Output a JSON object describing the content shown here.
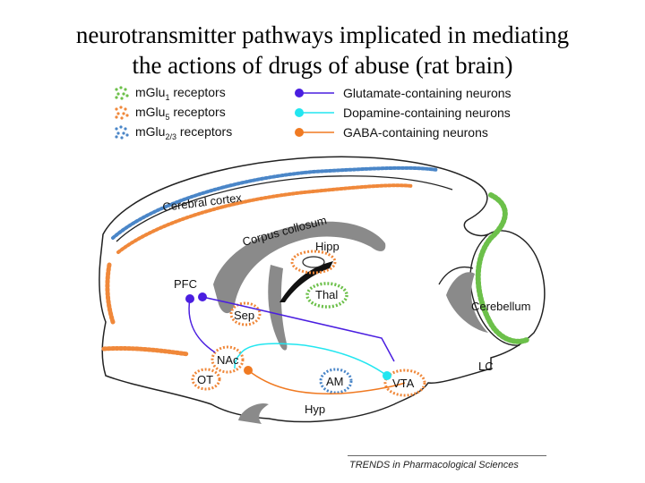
{
  "title": {
    "line1": "neurotransmitter pathways implicated in mediating",
    "line2": "the actions of drugs of abuse (rat brain)"
  },
  "legend": {
    "receptors": [
      {
        "label": "mGlu",
        "sub": "1",
        "suffix": " receptors",
        "color": "#6cc04a",
        "icon": "green-dot-cluster-icon"
      },
      {
        "label": "mGlu",
        "sub": "5",
        "suffix": " receptors",
        "color": "#f0883a",
        "icon": "orange-dot-cluster-icon"
      },
      {
        "label": "mGlu",
        "sub": "2/3",
        "suffix": " receptors",
        "color": "#4a86c8",
        "icon": "blue-dot-cluster-icon"
      }
    ],
    "neurons": [
      {
        "label": "Glutamate-containing neurons",
        "color": "#4a1ee0",
        "icon": "purple-line-dot-icon"
      },
      {
        "label": "Dopamine-containing neurons",
        "color": "#22e6f0",
        "icon": "cyan-line-dot-icon"
      },
      {
        "label": "GABA-containing neurons",
        "color": "#f07a22",
        "icon": "orange-line-dot-icon"
      }
    ]
  },
  "regions": {
    "cerebral_cortex": "Cerebral cortex",
    "corpus_collosum": "Corpus collosum",
    "hipp": "Hipp",
    "pfc": "PFC",
    "thal": "Thal",
    "sep": "Sep",
    "cerebellum": "Cerebellum",
    "nac": "NAc",
    "lc": "LC",
    "ot": "OT",
    "am": "AM",
    "vta": "VTA",
    "hyp": "Hyp"
  },
  "credit": "TRENDS in Pharmacological Sciences",
  "colors": {
    "glutamate": "#4a1ee0",
    "dopamine": "#22e6f0",
    "gaba": "#f07a22",
    "mglu1": "#6cc04a",
    "mglu5": "#f0883a",
    "mglu23": "#4a86c8",
    "tract": "#8a8a8a"
  }
}
